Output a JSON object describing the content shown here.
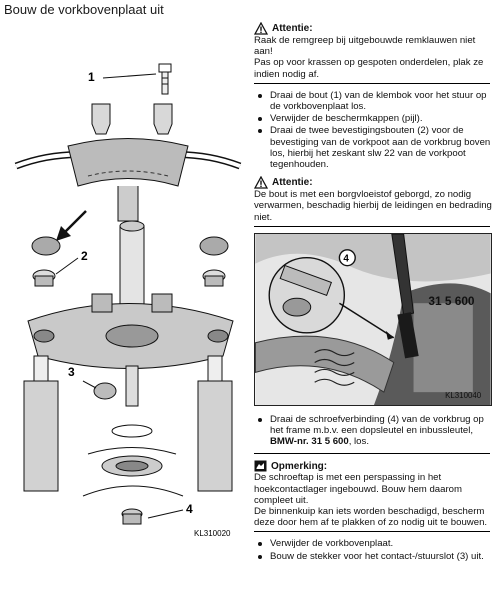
{
  "page": {
    "title": "Bouw de vorkbovenplaat uit"
  },
  "figure_left": {
    "label_1": "1",
    "label_2": "2",
    "label_3": "3",
    "label_4": "4",
    "code": "KL310020"
  },
  "warning1": {
    "heading": "Attentie:",
    "line1": "Raak de remgreep bij uitgebouwde remklauwen niet aan!",
    "line2": "Pas op voor krassen op gespoten onderdelen, plak ze indien nodig af."
  },
  "steps1": [
    "Draai de bout (1) van de klembok voor het stuur op de vorkbovenplaat los.",
    "Verwijder de beschermkappen (pijl).",
    "Draai de twee bevestigingsbouten (2) voor de bevestiging van de vorkpoot aan de vorkbrug boven los, hierbij het zeskant slw 22 van de vorkpoot tegenhouden."
  ],
  "warning2": {
    "heading": "Attentie:",
    "text": "De bout is met een borgvloeistof geborgd, zo nodig verwarmen, beschadig hierbij de leidingen en bedrading niet."
  },
  "figure_right": {
    "label_4": "4",
    "tool_number": "31 5 600",
    "code": "KL310040"
  },
  "step2": {
    "text_before": "Draai de schroefverbinding (4) van de vorkbrug op het frame m.b.v. een dopsleutel en inbussleutel, ",
    "bmw": "BMW-nr. 31 5 600",
    "text_after": ", los."
  },
  "note": {
    "heading": "Opmerking:",
    "line1": "De schroeftap is met een perspassing in het hoekcontactlager ingebouwd. Bouw hem daarom compleet uit.",
    "line2": "De binnenkuip kan iets worden beschadigd, bescherm deze door hem af te plakken of zo nodig uit te bouwen."
  },
  "steps3": [
    "Verwijder de vorkbovenplaat.",
    "Bouw de stekker voor het contact-/stuurslot (3) uit."
  ],
  "colors": {
    "ink": "#111111",
    "plate": "#c9c9c9",
    "dark": "#4a4a4a"
  }
}
